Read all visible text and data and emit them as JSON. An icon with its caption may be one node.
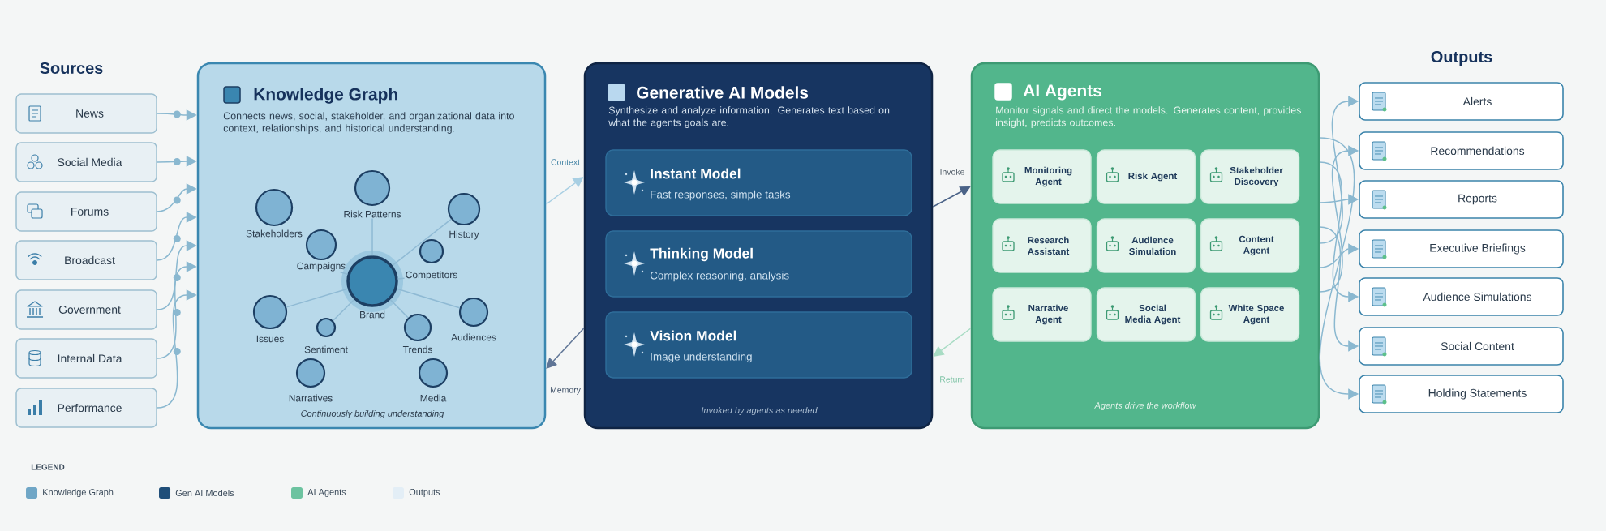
{
  "diagram": {
    "nodes": [
      {
        "text": [
          "News"
        ]
      },
      {
        "text": [
          "Social Media"
        ]
      },
      {
        "text": [
          "Forums"
        ]
      },
      {
        "text": [
          "Broadcast"
        ]
      },
      {
        "text": [
          "Government"
        ]
      },
      {
        "text": [
          "Internal Data"
        ]
      },
      {
        "text": [
          "Performance"
        ]
      },
      {
        "text": [
          "Knowledge Graph",
          "Connects news, social, stakeholder, and organizational data into context, relationships, and historical understanding.",
          "Continuously building understanding"
        ]
      },
      {
        "text": [
          "Risk Patterns"
        ],
        "in": 7
      },
      {
        "text": [
          "Stakeholders"
        ],
        "in": 7
      },
      {
        "text": [
          "History"
        ],
        "in": 7
      },
      {
        "text": [
          "Campaigns"
        ],
        "in": 7
      },
      {
        "text": [
          "Competitors"
        ],
        "in": 7
      },
      {
        "text": [
          "Brand"
        ],
        "in": 7
      },
      {
        "text": [
          "Issues"
        ],
        "in": 7
      },
      {
        "text": [
          "Audiences"
        ],
        "in": 7
      },
      {
        "text": [
          "Sentiment"
        ],
        "in": 7
      },
      {
        "text": [
          "Trends"
        ],
        "in": 7
      },
      {
        "text": [
          "Narratives"
        ],
        "in": 7
      },
      {
        "text": [
          "Media"
        ],
        "in": 7
      },
      {
        "text": [
          "Generative AI Models",
          "Synthesize and analyze information. Generates text based on what the agents goals are.",
          "Invoked by agents as needed"
        ]
      },
      {
        "text": [
          "Instant Model",
          "Fast responses, simple tasks"
        ],
        "in": 20
      },
      {
        "text": [
          "Thinking Model",
          "Complex reasoning, analysis"
        ],
        "in": 20
      },
      {
        "text": [
          "Vision Model",
          "Image understanding"
        ],
        "in": 20
      },
      {
        "text": [
          "AI Agents",
          "Monitor signals and direct the models. Generates content, provides insight, predicts outcomes.",
          "Agents drive the workflow"
        ]
      },
      {
        "text": [
          "Monitoring Agent"
        ],
        "in": 24
      },
      {
        "text": [
          "Risk Agent"
        ],
        "in": 24
      },
      {
        "text": [
          "Stakeholder Discovery"
        ],
        "in": 24
      },
      {
        "text": [
          "Research Assistant"
        ],
        "in": 24
      },
      {
        "text": [
          "Audience Simulation"
        ],
        "in": 24
      },
      {
        "text": [
          "Content Agent"
        ],
        "in": 24
      },
      {
        "text": [
          "Narrative Agent"
        ],
        "in": 24
      },
      {
        "text": [
          "Social Media Agent"
        ],
        "in": 24
      },
      {
        "text": [
          "White Space Agent"
        ],
        "in": 24
      },
      {
        "text": [
          "Alerts"
        ]
      },
      {
        "text": [
          "Recommendations"
        ]
      },
      {
        "text": [
          "Reports"
        ]
      },
      {
        "text": [
          "Executive Briefings"
        ]
      },
      {
        "text": [
          "Audience Simulations"
        ]
      },
      {
        "text": [
          "Social Content"
        ]
      },
      {
        "text": [
          "Holding Statements"
        ]
      }
    ],
    "edges": [
      {
        "from": 0,
        "to": 7,
        "arrow": "to"
      },
      {
        "from": 1,
        "to": 7,
        "arrow": "to"
      },
      {
        "from": 2,
        "to": 7,
        "arrow": "to"
      },
      {
        "from": 3,
        "to": 7,
        "arrow": "to"
      },
      {
        "from": 4,
        "to": 7,
        "arrow": "to"
      },
      {
        "from": 5,
        "to": 7,
        "arrow": "to"
      },
      {
        "from": 6,
        "to": 7,
        "arrow": "to"
      },
      {
        "from": 7,
        "to": 20,
        "arrow": "to",
        "label": "Context",
        "color": "#a8cfe3"
      },
      {
        "from": 20,
        "to": 7,
        "arrow": "to",
        "label": "Memory",
        "color": "#5f7596"
      },
      {
        "from": 20,
        "to": 24,
        "arrow": "to",
        "label": "Invoke",
        "color": "#4b6388"
      },
      {
        "from": 24,
        "to": 20,
        "arrow": "to",
        "label": "Return",
        "color": "#a8dcc4"
      },
      {
        "from": 24,
        "to": 34,
        "arrow": "to"
      },
      {
        "from": 24,
        "to": 35,
        "arrow": "to"
      },
      {
        "from": 24,
        "to": 36,
        "arrow": "to"
      },
      {
        "from": 24,
        "to": 37,
        "arrow": "to"
      },
      {
        "from": 24,
        "to": 38,
        "arrow": "to"
      },
      {
        "from": 24,
        "to": 39,
        "arrow": "to"
      },
      {
        "from": 24,
        "to": 40,
        "arrow": "to"
      },
      {
        "from": 13,
        "to": 8,
        "arrow": "none",
        "color": "#8fbad4"
      },
      {
        "from": 13,
        "to": 10,
        "arrow": "none",
        "color": "#8fbad4"
      },
      {
        "from": 13,
        "to": 11,
        "arrow": "none",
        "color": "#8fbad4"
      },
      {
        "from": 13,
        "to": 12,
        "arrow": "none",
        "color": "#8fbad4"
      },
      {
        "from": 13,
        "to": 14,
        "arrow": "none",
        "color": "#8fbad4"
      },
      {
        "from": 13,
        "to": 15,
        "arrow": "none",
        "color": "#8fbad4"
      },
      {
        "from": 13,
        "to": 16,
        "arrow": "none",
        "color": "#8fbad4"
      },
      {
        "from": 13,
        "to": 17,
        "arrow": "none",
        "color": "#8fbad4"
      }
    ],
    "labels": [
      "Sources",
      "Outputs",
      "LEGEND"
    ],
    "legend": [
      {
        "text": "Knowledge Graph",
        "color": "#6fa6c6"
      },
      {
        "text": "Gen AI Models",
        "color": "#1f4e79"
      },
      {
        "text": "AI Agents",
        "color": "#6cc3a0"
      },
      {
        "text": "Outputs",
        "color": "#e3eef6"
      }
    ]
  }
}
